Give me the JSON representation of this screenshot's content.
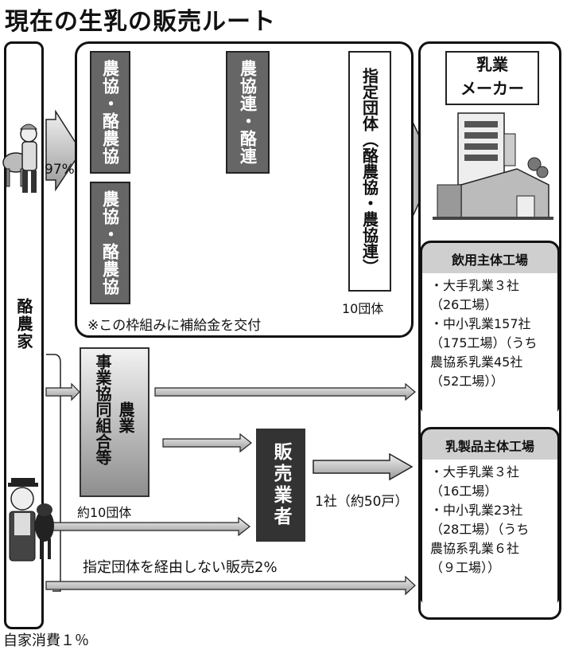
{
  "title": "現在の生乳の販売ルート",
  "farmers": {
    "label": "酪農家",
    "share_main": "97%",
    "own_consumption": "自家消費１％"
  },
  "designated_frame": {
    "coop_top": "農協・酪農協",
    "coop_bottom": "農協・酪農協",
    "federation": "農協連・酪連",
    "designated_body": "指定団体（酪農協・農協連）",
    "designated_count": "10団体",
    "subsidy_note": "※この枠組みに補給金を交付"
  },
  "cooperative": {
    "label_left": "事業協同組合等",
    "label_right": "農業",
    "count": "約10団体"
  },
  "dealer": {
    "label": "販売業者",
    "count": "1社（約50戸）"
  },
  "non_designated_sales": "指定団体を経由しない販売2%",
  "maker": {
    "label_line1": "乳業",
    "label_line2": "メーカー"
  },
  "drinking_plants": {
    "title": "飲用主体工場",
    "lines": [
      "・大手乳業３社",
      "（26工場）",
      "・中小乳業157社",
      "（175工場）（うち",
      "農協系乳業45社",
      "（52工場））"
    ]
  },
  "dairy_product_plants": {
    "title": "乳製品主体工場",
    "lines": [
      "・大手乳業３社",
      "（16工場）",
      "・中小乳業23社",
      "（28工場）（うち",
      "農協系乳業６社",
      "（９工場））"
    ]
  }
}
